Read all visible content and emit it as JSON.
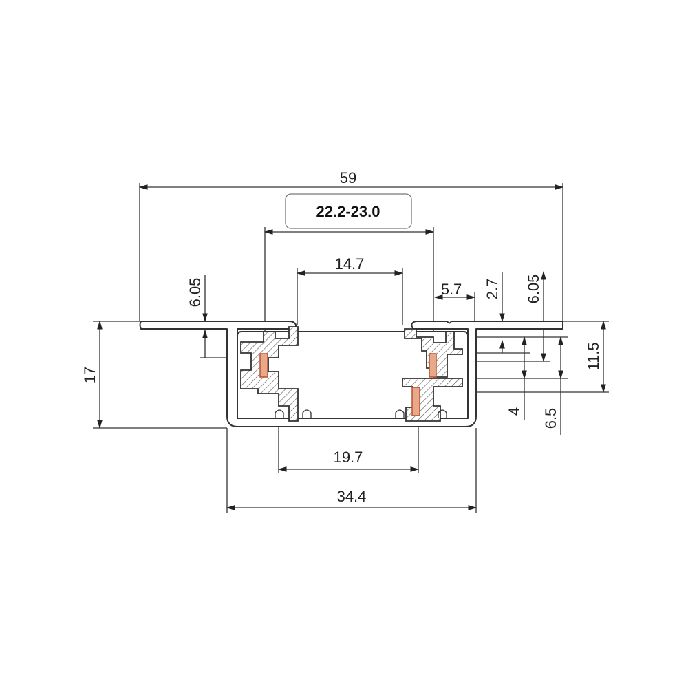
{
  "drawing": {
    "title_box": "22.2-23.0",
    "dimensions": {
      "overall_width": "59",
      "opening_width": "14.7",
      "left_flange_depth": "6.05",
      "right_flange_depth": "6.05",
      "right_offset": "5.7",
      "right_step": "2.7",
      "right_height": "11.5",
      "contact_gap": "4",
      "lower_contact": "6.5",
      "total_height": "17",
      "inner_bottom_width": "19.7",
      "body_width": "34.4"
    },
    "colors": {
      "line": "#333333",
      "copper": "#e8a98a",
      "copper_stroke": "#b5532f"
    }
  }
}
